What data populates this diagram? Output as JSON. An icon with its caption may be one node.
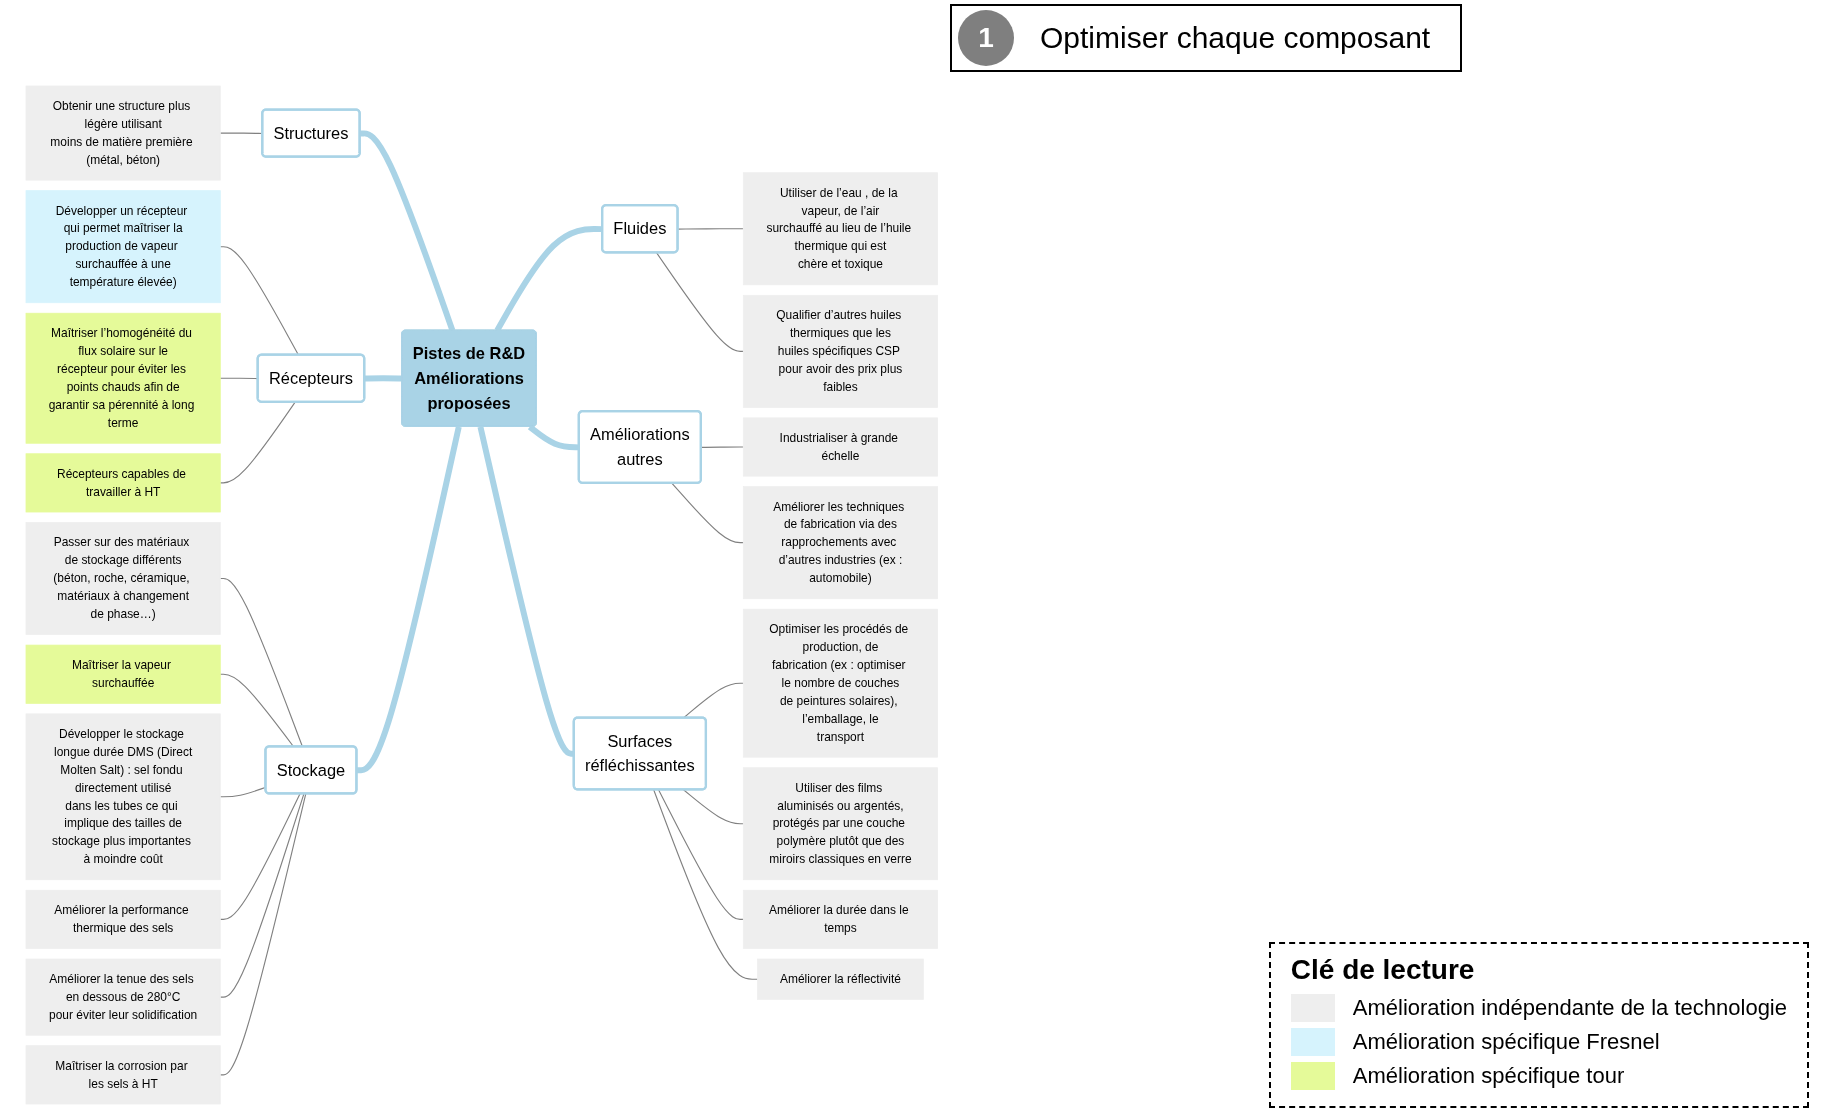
{
  "diagram": {
    "title": "Optimiser chaque composant",
    "nodes": [
      {
        "text": [
          "Pistes de R&D Améliorations proposées"
        ]
      },
      {
        "text": [
          "Structures"
        ]
      },
      {
        "text": [
          "Récepteurs"
        ]
      },
      {
        "text": [
          "Stockage"
        ]
      },
      {
        "text": [
          "Fluides"
        ]
      },
      {
        "text": [
          "Améliorations autres"
        ]
      },
      {
        "text": [
          "Surfaces réfléchissantes"
        ]
      },
      {
        "text": [
          "Obtenir une structure plus légère utilisant moins de matière première (métal, béton)"
        ]
      },
      {
        "text": [
          "Développer un récepteur qui permet maîtriser la production de vapeur surchauffée à une température élevée)"
        ]
      },
      {
        "text": [
          "Maîtriser l’homogénéité du flux solaire sur le récepteur pour éviter les points chauds afin de garantir sa pérennité à long terme"
        ]
      },
      {
        "text": [
          "Récepteurs capables de travailler à HT"
        ]
      },
      {
        "text": [
          "Passer sur des matériaux de stockage différents (béton, roche, céramique, matériaux à changement de phase…)"
        ]
      },
      {
        "text": [
          "Maîtriser la vapeur surchauffée"
        ]
      },
      {
        "text": [
          "Développer le stockage longue durée DMS (Direct Molten Salt) : sel fondu directement utilisé dans les tubes ce qui implique des tailles de stockage plus importantes à moindre coût"
        ]
      },
      {
        "text": [
          "Améliorer la performance thermique des sels"
        ]
      },
      {
        "text": [
          "Améliorer la tenue des sels en dessous de 280°C pour éviter leur solidification"
        ]
      },
      {
        "text": [
          "Maîtriser la corrosion par les sels à HT"
        ]
      },
      {
        "text": [
          "Utiliser de l’eau , de la vapeur, de l’air surchauffé au lieu de l’huile thermique qui est chère et toxique"
        ]
      },
      {
        "text": [
          "Qualifier d’autres huiles thermiques que les huiles spécifiques CSP pour avoir des prix plus faibles"
        ]
      },
      {
        "text": [
          "Industrialiser à grande échelle"
        ]
      },
      {
        "text": [
          "Améliorer les techniques de fabrication via des rapprochements avec d’autres industries (ex : automobile)"
        ]
      },
      {
        "text": [
          "Optimiser les procédés de production, de fabrication (ex : optimiser le nombre de couches de peintures solaires), l’emballage, le transport"
        ]
      },
      {
        "text": [
          "Utiliser des films aluminisés ou argentés, protégés par une couche polymère plutôt que des miroirs classiques en verre"
        ]
      },
      {
        "text": [
          "Améliorer la durée dans le temps"
        ]
      },
      {
        "text": [
          "Améliorer la réflectivité"
        ]
      }
    ],
    "edges": [
      {
        "from": 0,
        "to": 1,
        "arrow": "none",
        "style": "thick",
        "color": "#a9d3e6"
      },
      {
        "from": 0,
        "to": 2,
        "arrow": "none",
        "style": "thick",
        "color": "#a9d3e6"
      },
      {
        "from": 0,
        "to": 3,
        "arrow": "none",
        "style": "thick",
        "color": "#a9d3e6"
      },
      {
        "from": 0,
        "to": 4,
        "arrow": "none",
        "style": "thick",
        "color": "#a9d3e6"
      },
      {
        "from": 0,
        "to": 5,
        "arrow": "none",
        "style": "thick",
        "color": "#a9d3e6"
      },
      {
        "from": 0,
        "to": 6,
        "arrow": "none",
        "style": "thick",
        "color": "#a9d3e6"
      },
      {
        "from": 1,
        "to": 7,
        "arrow": "none"
      },
      {
        "from": 2,
        "to": 8,
        "arrow": "none"
      },
      {
        "from": 2,
        "to": 9,
        "arrow": "none"
      },
      {
        "from": 2,
        "to": 10,
        "arrow": "none"
      },
      {
        "from": 3,
        "to": 11,
        "arrow": "none"
      },
      {
        "from": 3,
        "to": 12,
        "arrow": "none"
      },
      {
        "from": 3,
        "to": 13,
        "arrow": "none"
      },
      {
        "from": 3,
        "to": 14,
        "arrow": "none"
      },
      {
        "from": 3,
        "to": 15,
        "arrow": "none"
      },
      {
        "from": 3,
        "to": 16,
        "arrow": "none"
      },
      {
        "from": 4,
        "to": 17,
        "arrow": "none"
      },
      {
        "from": 4,
        "to": 18,
        "arrow": "none"
      },
      {
        "from": 5,
        "to": 19,
        "arrow": "none"
      },
      {
        "from": 5,
        "to": 20,
        "arrow": "none"
      },
      {
        "from": 6,
        "to": 21,
        "arrow": "none"
      },
      {
        "from": 6,
        "to": 22,
        "arrow": "none"
      },
      {
        "from": 6,
        "to": 23,
        "arrow": "none"
      },
      {
        "from": 6,
        "to": 24,
        "arrow": "none"
      }
    ],
    "labels": [
      "1",
      "Clé de lecture"
    ],
    "legend": [
      {
        "text": "Amélioration indépendante de la technologie",
        "color": "#eeeeee"
      },
      {
        "text": "Amélioration spécifique Fresnel",
        "color": "#d6f3fd"
      },
      {
        "text": "Amélioration spécifique tour",
        "color": "#e5fa99"
      }
    ]
  }
}
